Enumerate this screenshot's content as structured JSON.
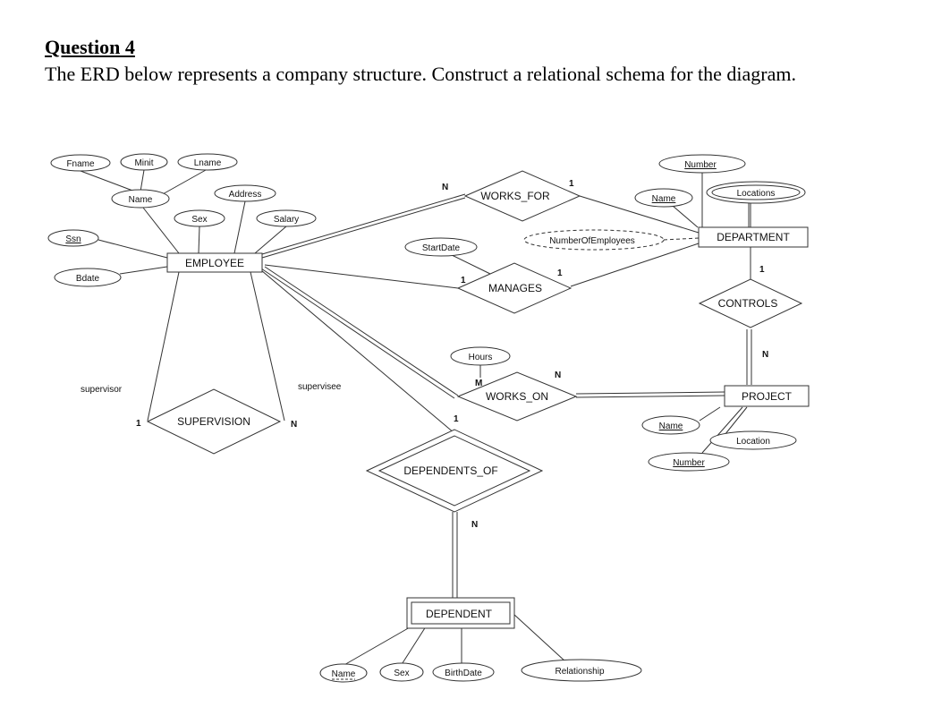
{
  "question": {
    "title": "Question 4",
    "text": "The ERD below represents a company structure. Construct a relational schema for the diagram."
  },
  "entities": {
    "employee": "EMPLOYEE",
    "department": "DEPARTMENT",
    "project": "PROJECT",
    "dependent": "DEPENDENT"
  },
  "relationships": {
    "works_for": "WORKS_FOR",
    "manages": "MANAGES",
    "works_on": "WORKS_ON",
    "controls": "CONTROLS",
    "supervision": "SUPERVISION",
    "dependents_of": "DEPENDENTS_OF"
  },
  "attributes": {
    "fname": "Fname",
    "minit": "Minit",
    "lname": "Lname",
    "emp_name": "Name",
    "address": "Address",
    "sex": "Sex",
    "salary": "Salary",
    "ssn": "Ssn",
    "bdate": "Bdate",
    "start_date": "StartDate",
    "number_of_employees": "NumberOfEmployees",
    "dept_number": "Number",
    "dept_name": "Name",
    "locations": "Locations",
    "hours": "Hours",
    "proj_name": "Name",
    "location": "Location",
    "proj_number": "Number",
    "dep_name": "Name",
    "dep_sex": "Sex",
    "birth_date": "BirthDate",
    "relationship": "Relationship"
  },
  "cardinalities": {
    "works_for_emp": "N",
    "works_for_dept": "1",
    "manages_emp": "1",
    "manages_dept": "1",
    "controls_dept": "1",
    "controls_proj": "N",
    "works_on_emp": "M",
    "works_on_proj": "N",
    "supervision_supervisor": "1",
    "supervision_supervisee": "N",
    "dependents_of_emp": "1",
    "dependents_of_dep": "N"
  },
  "roles": {
    "supervisor": "supervisor",
    "supervisee": "supervisee"
  }
}
